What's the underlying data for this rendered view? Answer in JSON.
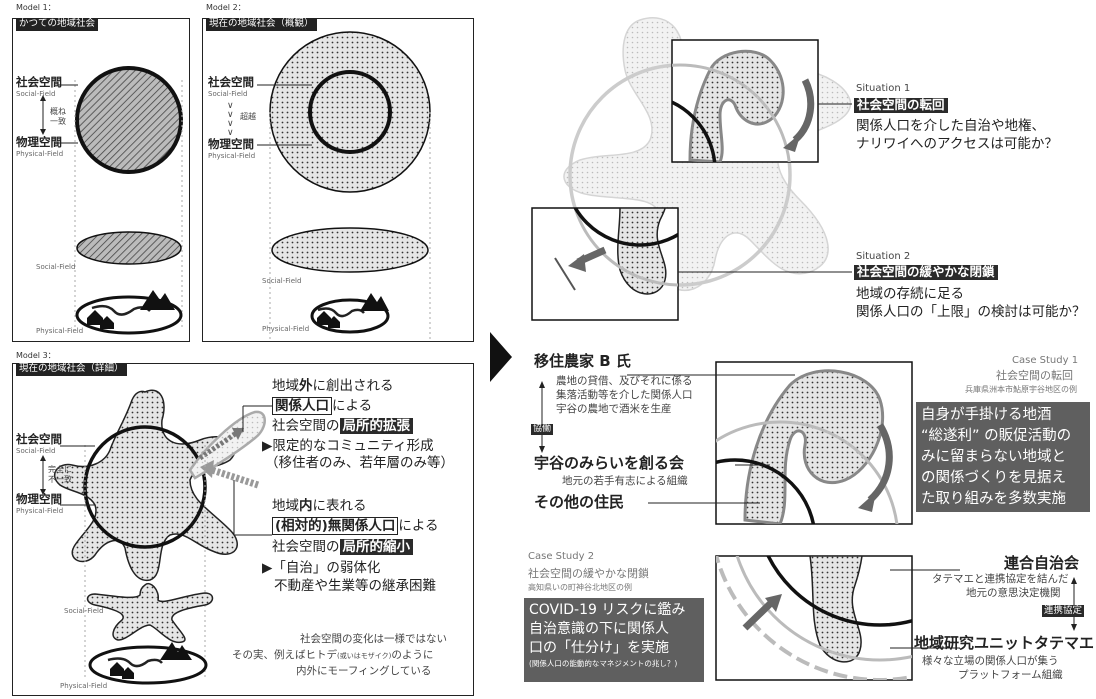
{
  "model1": {
    "tag": "Model 1：",
    "title": "かつての地域社会",
    "social_space": "社会空間",
    "social_field": "Social-Field",
    "gainen": "概ね",
    "itchi": "一致",
    "physical_space": "物理空間",
    "physical_field": "Physical-Field",
    "ellipse_social": "Social-Field",
    "ellipse_physical": "Physical-Field"
  },
  "model2": {
    "tag": "Model 2：",
    "title": "現在の地域社会（概観）",
    "social_space": "社会空間",
    "social_field": "Social-Field",
    "chouetsu": "超越",
    "physical_space": "物理空間",
    "physical_field": "Physical-Field",
    "ellipse_social": "Social-Field",
    "ellipse_physical": "Physical-Field"
  },
  "model3": {
    "tag": "Model 3：",
    "title": "現在の地域社会（詳細）",
    "social_space": "社会空間",
    "social_field": "Social-Field",
    "kanzen": "完全に",
    "fuicchi": "不一致",
    "physical_space": "物理空間",
    "physical_field": "Physical-Field",
    "ext_1a": "地域",
    "ext_1b": "外",
    "ext_1c": "に創出される",
    "ext_2a": "関係人口",
    "ext_2b": "による",
    "ext_3a": "社会空間の",
    "ext_3b": "局所的拡張",
    "ext_4": "▶限定的なコミュニティ形成",
    "ext_5": "（移住者のみ、若年層のみ等）",
    "int_1a": "地域",
    "int_1b": "内",
    "int_1c": "に表れる",
    "int_2a": "(相対的)無関係人口",
    "int_2b": "による",
    "int_3a": "社会空間の",
    "int_3b": "局所的縮小",
    "int_4": "▶「自治」の弱体化",
    "int_5": "不動産や生業等の継承困難",
    "social_field_lower": "Social-Field",
    "physical_field_lower": "Physical-Field",
    "note_1": "社会空間の変化は一様ではない",
    "note_2a": "その実、例えばヒトデ",
    "note_2b": "(或いはモザイク)",
    "note_2c": "のように",
    "note_3": "内外にモーフィングしている"
  },
  "situation1": {
    "tag": "Situation 1",
    "title": "社会空間の転回",
    "line1": "関係人口を介した自治や地権、",
    "line2": "ナリワイへのアクセスは可能か？"
  },
  "situation2": {
    "tag": "Situation 2",
    "title": "社会空間の緩やかな閉鎖",
    "line1": "地域の存続に足る",
    "line2": "関係人口の「上限」の検討は可能か？"
  },
  "case1": {
    "tag": "Case Study 1",
    "title": "社会空間の転回",
    "place": "兵庫県洲本市鮎原宇谷地区の例",
    "farmer": "移住農家 B 氏",
    "farmer_d1": "農地の貸借、及びそれに係る",
    "farmer_d2": "集落活動等を介した関係人口",
    "farmer_d3": "宇谷の農地で酒米を生産",
    "kyodo": "協働",
    "assoc": "宇谷のみらいを創る会",
    "assoc_d": "地元の若手有志による組織",
    "others": "その他の住民",
    "gray_1": "自身が手掛ける地酒",
    "gray_2": "“総遂利” の販促活動の",
    "gray_3": "みに留まらない地域と",
    "gray_4": "の関係づくりを見据え",
    "gray_5": "た取り組みを多数実施"
  },
  "case2": {
    "tag": "Case Study 2",
    "title": "社会空間の緩やかな閉鎖",
    "place": "高知県いの町神谷北地区の例",
    "gray_1": "COVID-19 リスクに鑑み",
    "gray_2": "自治意識の下に関係人",
    "gray_3": "口の「仕分け」を実施",
    "gray_4": "(関係人口の能動的なマネジメントの兆し？)",
    "union": "連合自治会",
    "union_d1": "タテマエと連携協定を結んだ",
    "union_d2": "地元の意思決定機関",
    "renkei": "連携協定",
    "unit": "地域研究ユニットタテマエ",
    "unit_d1": "様々な立場の関係人口が集う",
    "unit_d2": "プラットフォーム組織"
  }
}
